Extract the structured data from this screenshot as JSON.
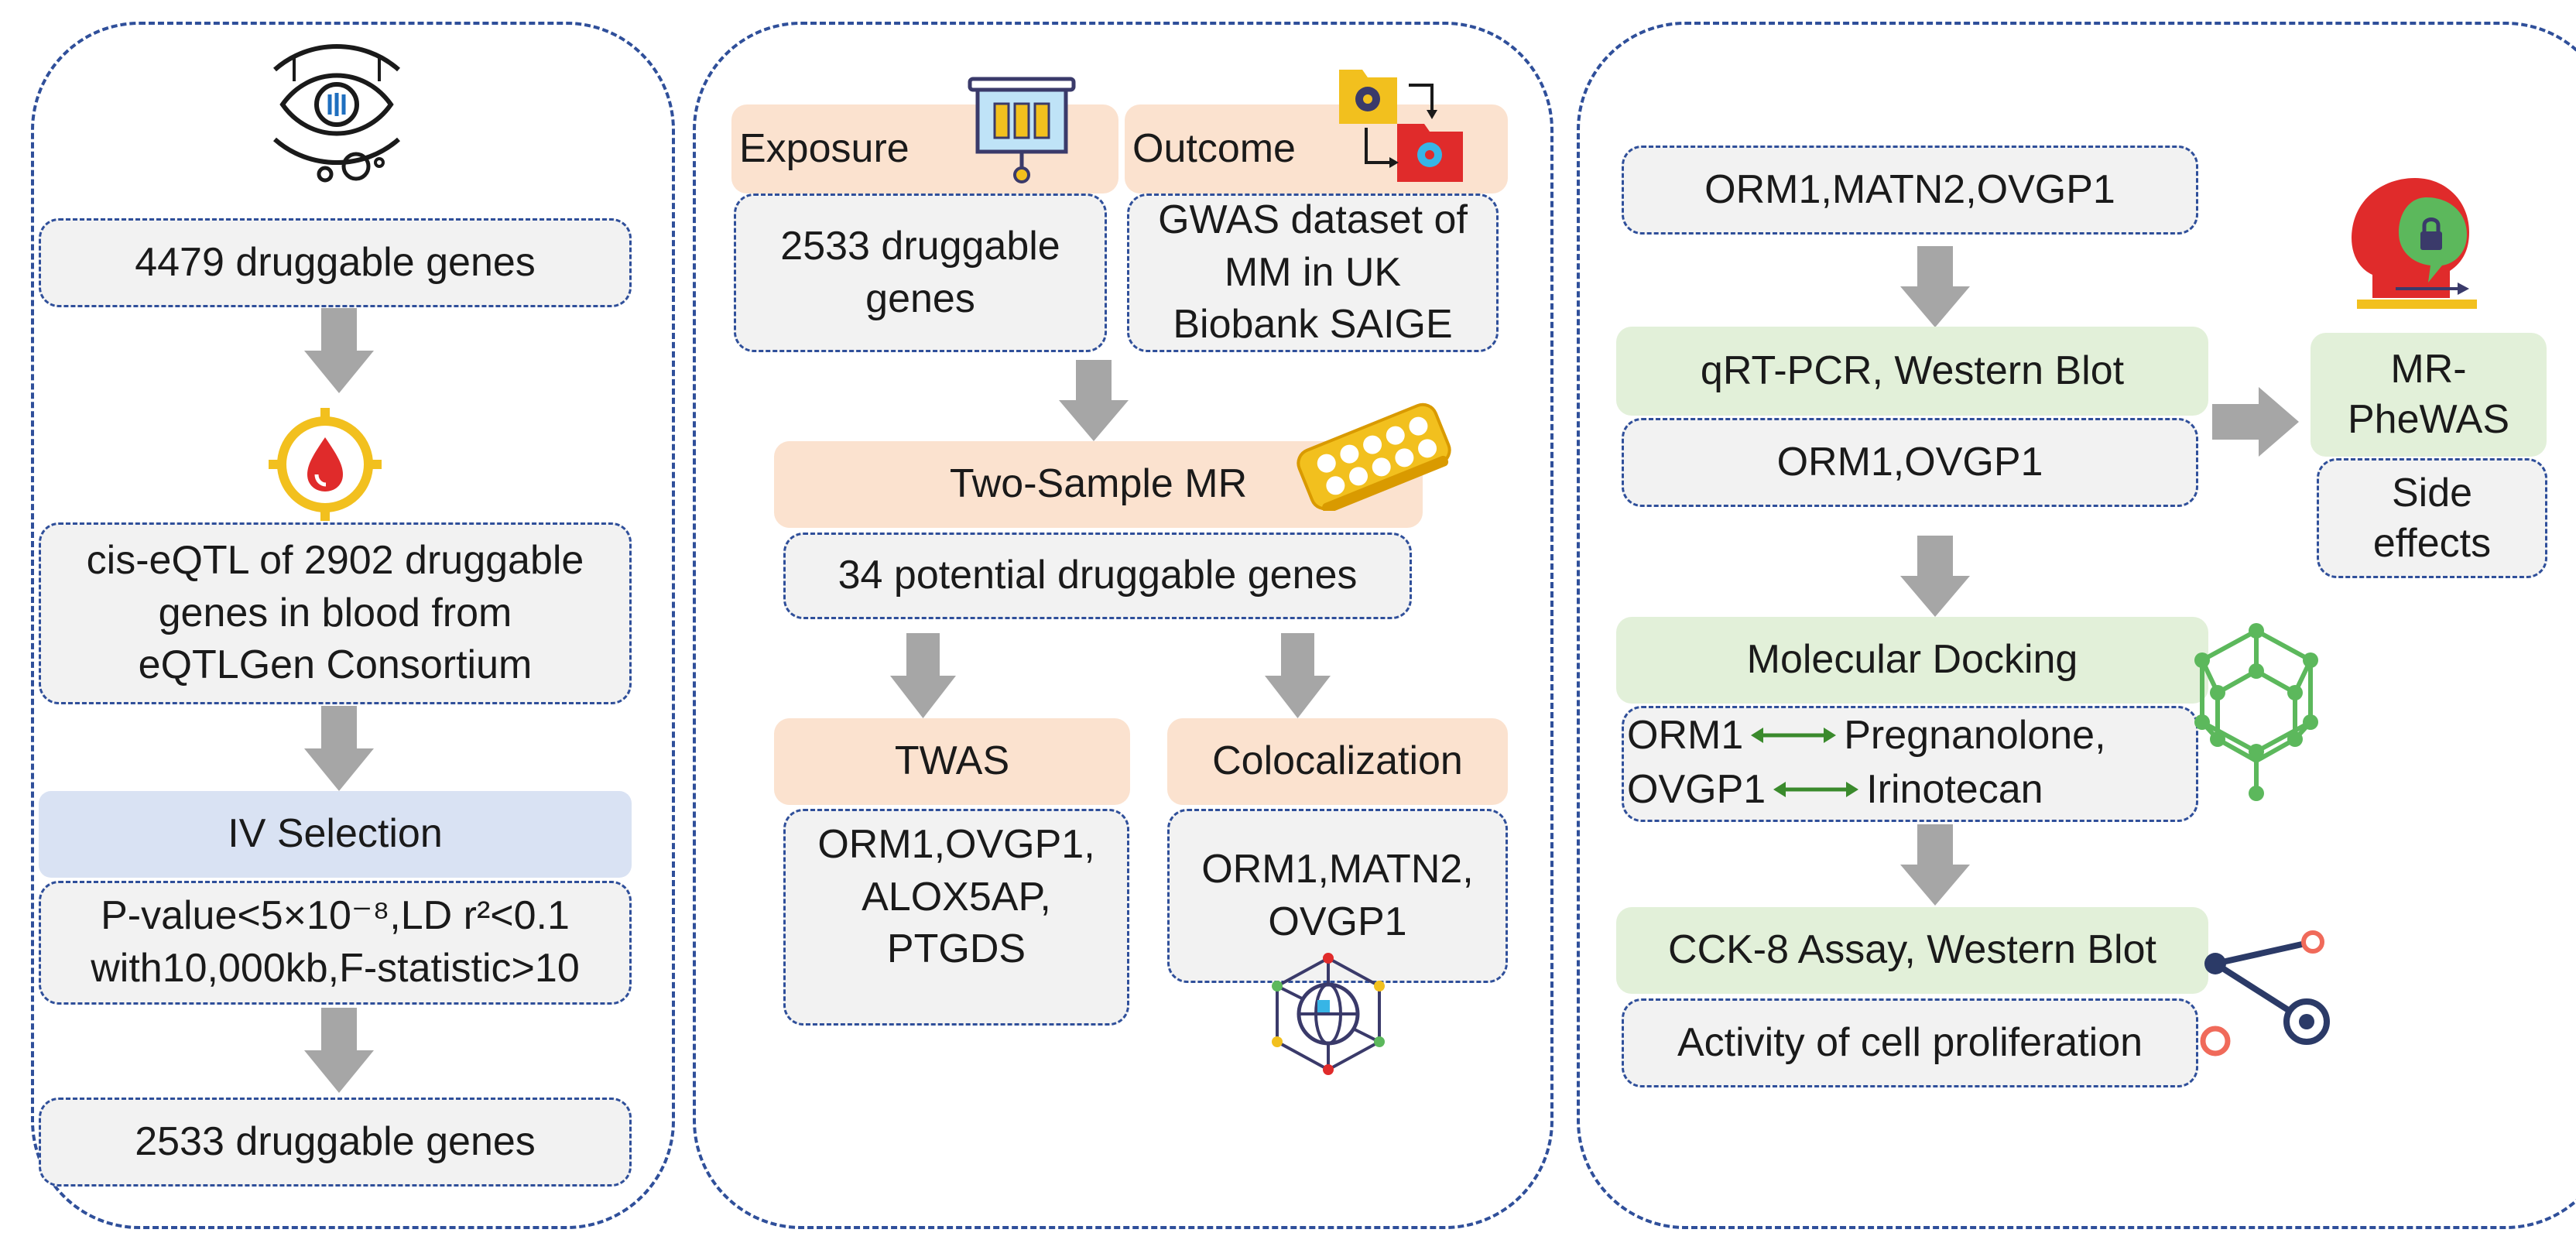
{
  "colors": {
    "panel_border": "#2f4f9a",
    "box_gray": "#f2f2f2",
    "box_peach": "#fbe2cf",
    "box_green": "#e2f0d9",
    "box_blue": "#d9e2f3",
    "arrow_gray": "#a6a6a6",
    "docking_arrow": "#3a8a2c"
  },
  "icons": {
    "dna_eye": "dna-eye-icon",
    "blood_drop": "blood-drop-target-icon",
    "presentation_board": "presentation-board-icon",
    "folders_gears": "folders-gears-icon",
    "well_plate": "well-plate-icon",
    "network_globe": "network-globe-icon",
    "head_lock": "head-lock-icon",
    "molecule": "molecule-icon",
    "node_link": "node-link-icon"
  },
  "panel1": {
    "genes_start": "4479 druggable genes",
    "eqtl_line1": "cis-eQTL of 2902 druggable",
    "eqtl_line2": "genes in blood from",
    "eqtl_line3": "eQTLGen Consortium",
    "iv_selection": "IV Selection",
    "criteria_line1": "P-value<5×10⁻⁸,LD r²<0.1",
    "criteria_line2": "with10,000kb,F-statistic>10",
    "genes_end": "2533 druggable genes"
  },
  "panel2": {
    "exposure_label": "Exposure",
    "outcome_label": "Outcome",
    "exposure_line1": "2533 druggable",
    "exposure_line2": "genes",
    "outcome_line1": "GWAS dataset of",
    "outcome_line2": "MM in UK",
    "outcome_line3": "Biobank SAIGE",
    "two_sample_mr": "Two-Sample MR",
    "potential_genes": "34 potential druggable genes",
    "twas_label": "TWAS",
    "twas_line1": "ORM1,OVGP1,",
    "twas_line2": "ALOX5AP,",
    "twas_line3": "PTGDS",
    "coloc_label": "Colocalization",
    "coloc_line1": "ORM1,MATN2,",
    "coloc_line2": "OVGP1"
  },
  "panel3": {
    "candidates": "ORM1,MATN2,OVGP1",
    "qrt_pcr": "qRT-PCR, Western Blot",
    "validated": "ORM1,OVGP1",
    "mr_phewas_line1": "MR-",
    "mr_phewas_line2": "PheWAS",
    "side_line1": "Side",
    "side_line2": "effects",
    "docking_label": "Molecular Docking",
    "dock1_gene": "ORM1",
    "dock1_drug": "Pregnanolone,",
    "dock2_gene": "OVGP1",
    "dock2_drug": "Irinotecan",
    "cck8_label": "CCK-8 Assay, Western Blot",
    "proliferation": "Activity of cell proliferation"
  }
}
